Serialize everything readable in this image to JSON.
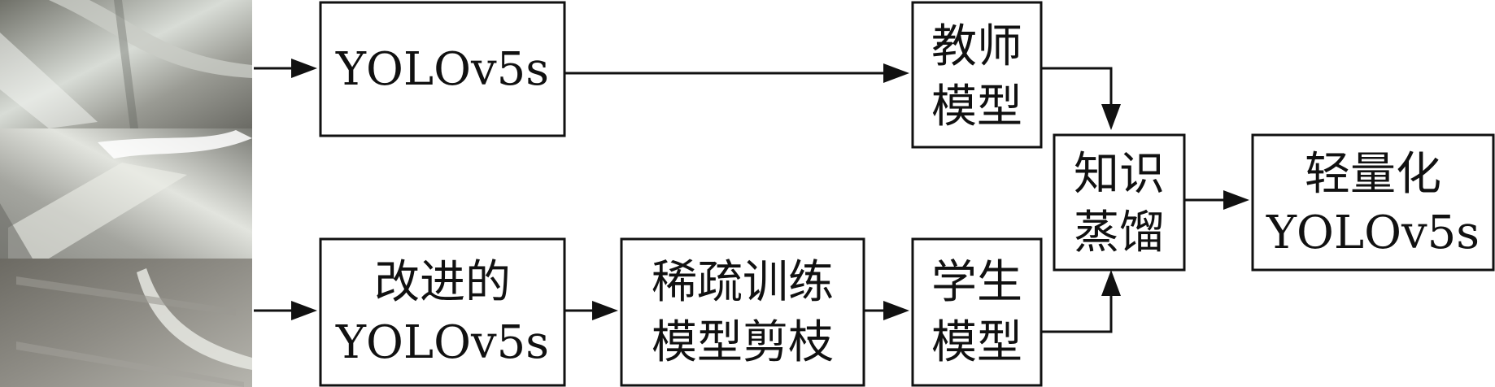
{
  "nodes": {
    "yolo_top": {
      "lines": [
        "YOLOv5s"
      ]
    },
    "teacher": {
      "lines": [
        "教师",
        "模型"
      ]
    },
    "improved": {
      "lines": [
        "改进的",
        "YOLOv5s"
      ]
    },
    "sparse": {
      "lines": [
        "稀疏训练",
        "模型剪枝"
      ]
    },
    "student": {
      "lines": [
        "学生",
        "模型"
      ]
    },
    "distill": {
      "lines": [
        "知识",
        "蒸馏"
      ]
    },
    "light": {
      "lines": [
        "轻量化",
        "YOLOv5s"
      ]
    }
  },
  "input_images": {
    "count": 3,
    "description_colors": [
      "#8f8f86",
      "#a9aaa4",
      "#7c7a74"
    ]
  }
}
